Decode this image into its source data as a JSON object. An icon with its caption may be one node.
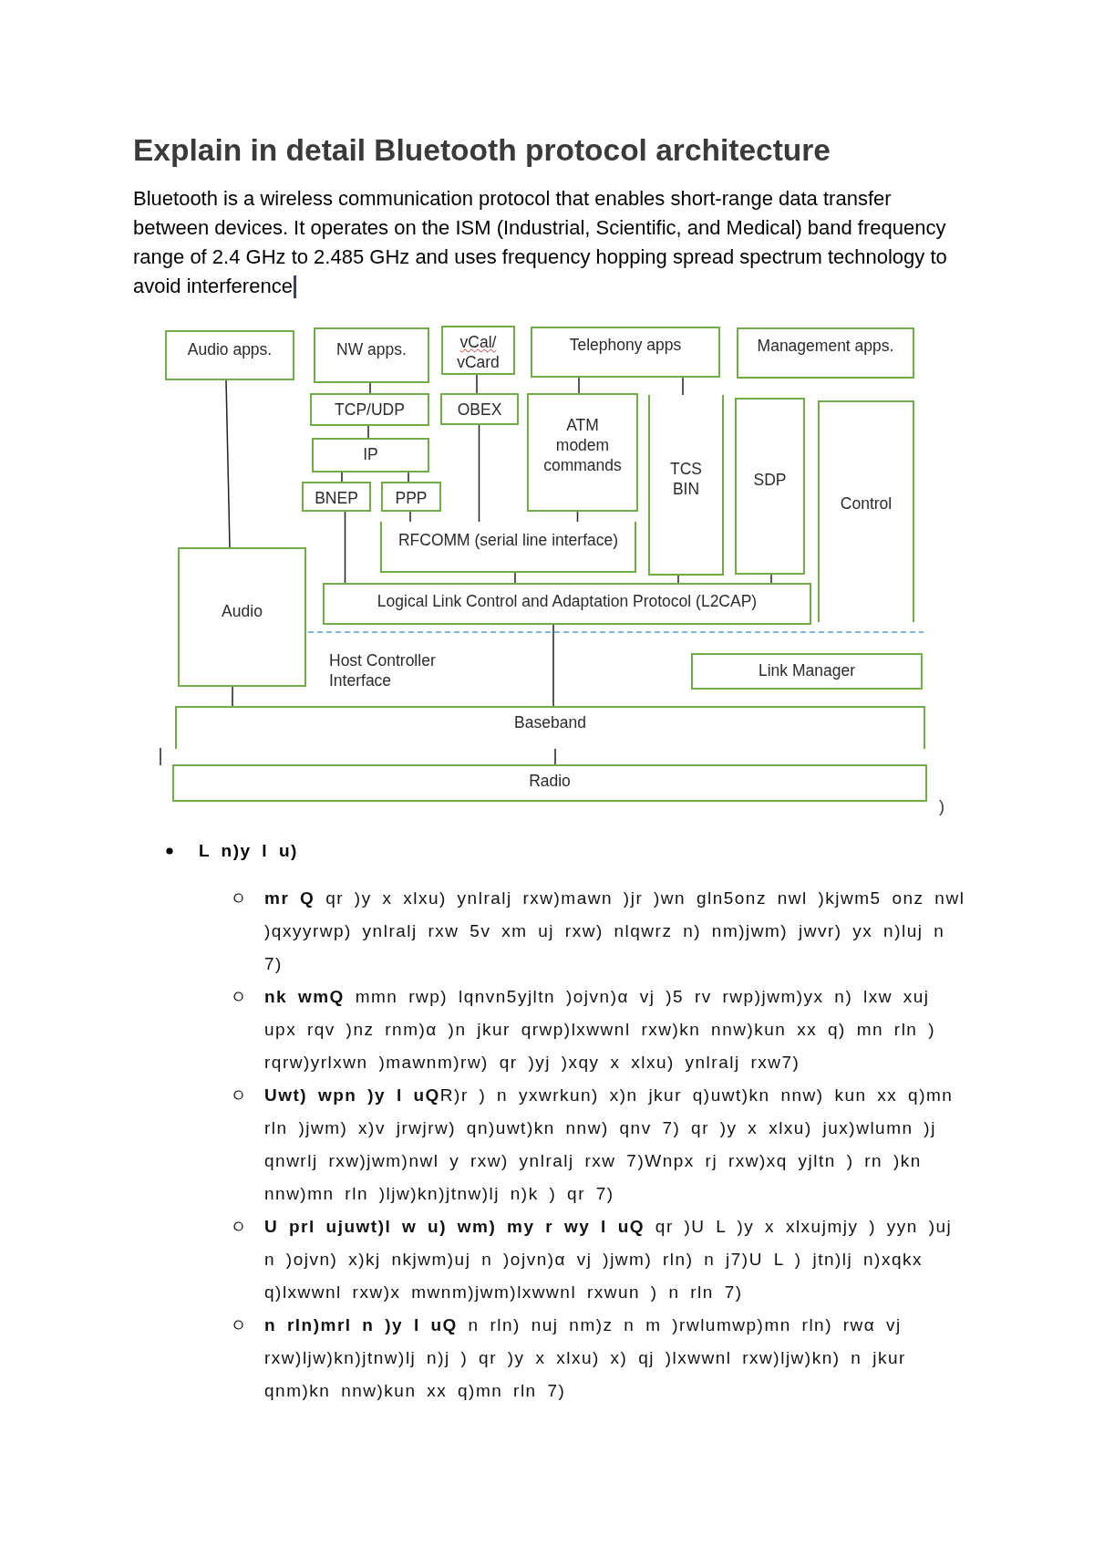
{
  "diagram": {
    "title": "Explain in detail Bluetooth protocol architecture",
    "nodes": [
      {
        "text": [
          "Audio apps."
        ]
      },
      {
        "text": [
          "NW apps."
        ]
      },
      {
        "text": [
          "vCal/ vCard"
        ]
      },
      {
        "text": [
          "Telephony apps"
        ]
      },
      {
        "text": [
          "Management apps."
        ]
      },
      {
        "text": [
          "TCP/UDP"
        ]
      },
      {
        "text": [
          "OBEX"
        ]
      },
      {
        "text": [
          "ATM modem commands"
        ]
      },
      {
        "text": [
          "TCS BIN"
        ]
      },
      {
        "text": [
          "SDP"
        ]
      },
      {
        "text": [
          "Control"
        ]
      },
      {
        "text": [
          "IP"
        ]
      },
      {
        "text": [
          "BNEP"
        ]
      },
      {
        "text": [
          "PPP"
        ]
      },
      {
        "text": [
          "RFCOMM (serial line interface)"
        ]
      },
      {
        "text": [
          "Audio"
        ]
      },
      {
        "text": [
          "Logical Link Control and Adaptation Protocol (L2CAP)"
        ]
      },
      {
        "text": [
          "Link Manager"
        ]
      },
      {
        "text": [
          "Baseband"
        ]
      },
      {
        "text": [
          "Radio"
        ]
      }
    ],
    "edges": [
      {
        "from": 0,
        "to": 15,
        "arrow": "none"
      },
      {
        "from": 1,
        "to": 5,
        "arrow": "none"
      },
      {
        "from": 5,
        "to": 11,
        "arrow": "none"
      },
      {
        "from": 11,
        "to": 12,
        "arrow": "none"
      },
      {
        "from": 11,
        "to": 13,
        "arrow": "none"
      },
      {
        "from": 2,
        "to": 6,
        "arrow": "none"
      },
      {
        "from": 6,
        "to": 14,
        "arrow": "none"
      },
      {
        "from": 3,
        "to": 7,
        "arrow": "none"
      },
      {
        "from": 3,
        "to": 8,
        "arrow": "none"
      },
      {
        "from": 13,
        "to": 14,
        "arrow": "none"
      },
      {
        "from": 7,
        "to": 14,
        "arrow": "none"
      },
      {
        "from": 12,
        "to": 16,
        "arrow": "none"
      },
      {
        "from": 14,
        "to": 16,
        "arrow": "none"
      },
      {
        "from": 8,
        "to": 16,
        "arrow": "none"
      },
      {
        "from": 9,
        "to": 16,
        "arrow": "none"
      },
      {
        "from": 16,
        "to": 18,
        "arrow": "none"
      },
      {
        "from": 15,
        "to": 18,
        "arrow": "none"
      },
      {
        "from": 18,
        "to": 19,
        "arrow": "none"
      }
    ],
    "labels": [
      "Bluetooth is a wireless communication protocol that enables short-range data transfer between devices. It operates on the ISM (Industrial, Scientific, and Medical) band frequency range of 2.4 GHz to 2.485 GHz and uses frequency hopping spread spectrum technology to avoid interference",
      "Host Controller Interface",
      ")",
      "L n)y l u)",
      "**mr Q** qr )y x xlxu) ynlralj rxw)mawn )jr )wn gln5onz nwl )kjwm5 onz nwl )qxyyrwp) ynlralj rxw 5v xm uj rxw) nlqwrz n) nm)jwm) jwvr) yx n)luj n 7)",
      "**nk wmQ** mmn rwp) lqnvn5yjltn )ojvn)α vj )5 rv rwp)jwm)yx n) lxw xuj upx rqv )nz rnm)α )n jkur qrwp)lxwwnl rxw)kn nnw)kun xx q) mn rln ) rqrw)yrlxwn )mawnm)rw) qr )yj )xqy x xlxu) ynlralj rxw7)",
      "**Uwt) wpn )y l uQ**R)r ) n yxwrkun) x)n jkur q)uwt)kn nnw) kun xx q)mn rln )jwm) x)v jrwjrw) qn)uwt)kn nnw) qnv 7) qr )y x xlxu) jux)wlumn )j qnwrlj rxw)jwm)nwl y rxw) ynlralj rxw 7)Wnpx rj rxw)xq yjltn ) rn )kn nnw)mn rln )ljw)kn)jtnw)lj n)k ) qr 7)",
      "**U prl ujuwt)l w u) wm) my r wy l uQ** qr )U L )y x xlxujmjy ) yyn )uj n )ojvn) x)kj nkjwm)uj n )ojvn)α vj )jwm) rln) n j7)U L ) jtn)lj n)xqkx q)lxwwnl rxw)x mwnm)jwm)lxwwnl rxwun ) n rln 7)",
      "**n rln)mrl n )y l uQ** n rln) nuj nm)z n m )rwlumwp)mn rln) rwα vj rxw)ljw)kn)jtnw)lj n)j ) qr )y x xlxu) x) qj )lxwwnl rxw)ljw)kn) n jkur qnm)kn nnw)kun xx q)mn rln 7)"
    ]
  }
}
